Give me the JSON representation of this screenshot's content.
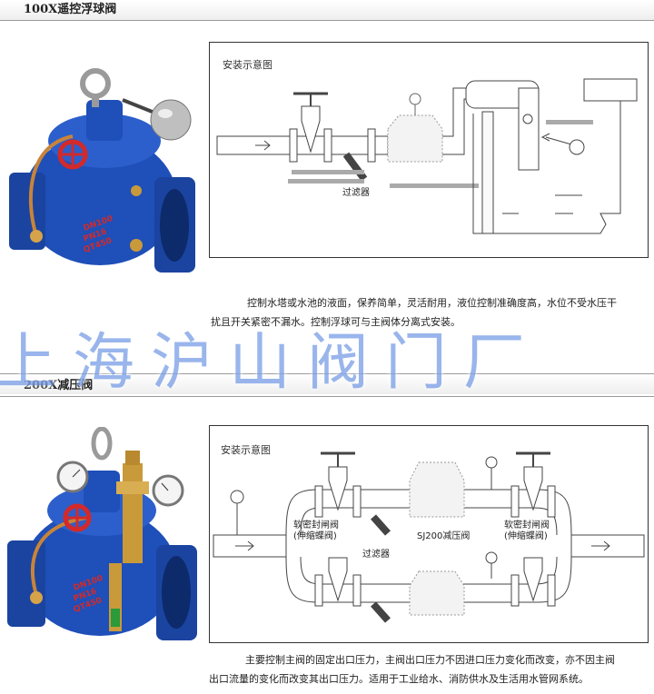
{
  "sections": [
    {
      "title": "100X遥控浮球阀",
      "diagram_label": "安装示意图",
      "callouts": {
        "filter": "过滤器"
      },
      "valve_plate": [
        "DN100",
        "PN16",
        "QT450"
      ],
      "description_line1": "控制水塔或水池的液面，保养简单，灵活耐用，液位控制准确度高，水位不受水压干",
      "description_line2": "扰且开关紧密不漏水。控制浮球可与主阀体分离式安装。"
    },
    {
      "title": "200X减压阀",
      "diagram_label": "安装示意图",
      "callouts": {
        "gate_left": "软密封闸阀",
        "gate_left_sub": "(伸缩蝶阀)",
        "main": "SJ200减压阀",
        "gate_right": "软密封闸阀",
        "gate_right_sub": "(伸缩蝶阀)",
        "filter": "过滤器"
      },
      "valve_plate": [
        "DN100",
        "PN16",
        "QT450"
      ],
      "description_line1": "主要控制主阀的固定出口压力，主阀出口压力不因进口压力变化而改变，亦不因主阀",
      "description_line2": "出口流量的变化而改变其出口压力。适用于工业给水、消防供水及生活用水管网系统。"
    }
  ],
  "watermark": "上海沪山阀门厂",
  "colors": {
    "valve_blue": "#1f4fb8",
    "handwheel_red": "#d22a2a",
    "brass": "#c89a3a",
    "watermark": "#4678dc"
  }
}
